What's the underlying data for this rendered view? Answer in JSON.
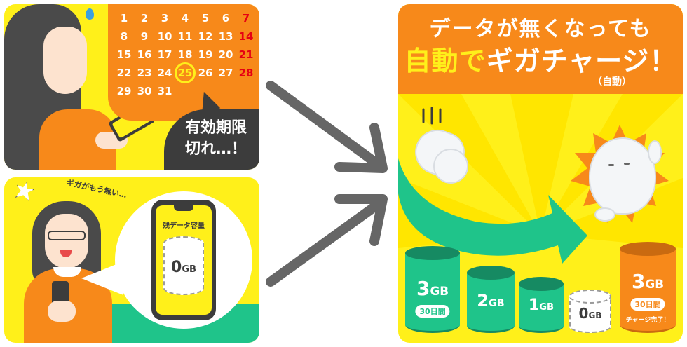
{
  "calendar": {
    "rows": [
      [
        "1",
        "2",
        "3",
        "4",
        "5",
        "6",
        "7"
      ],
      [
        "8",
        "9",
        "10",
        "11",
        "12",
        "13",
        "14"
      ],
      [
        "15",
        "16",
        "17",
        "18",
        "19",
        "20",
        "21"
      ],
      [
        "22",
        "23",
        "24",
        "25",
        "26",
        "27",
        "28"
      ],
      [
        "29",
        "30",
        "31",
        "",
        "",
        "",
        ""
      ]
    ],
    "highlight_day": "25"
  },
  "top_panel": {
    "expired_line1": "有効期限",
    "expired_line2": "切れ…！"
  },
  "bottom_panel": {
    "thought": "ギガがもう無い…",
    "remaining_label": "残データ容量",
    "zero_value": "0",
    "zero_unit": "GB"
  },
  "right_panel": {
    "headline_line1": "データが無くなっても",
    "headline_line2_part1": "自動で",
    "headline_line2_part2": "ギガチャージ！",
    "headline_note": "（自動）",
    "cans": [
      {
        "value": "3",
        "unit": "GB",
        "pill": "30日間",
        "color": "#1fc48a"
      },
      {
        "value": "2",
        "unit": "GB",
        "color": "#1fc48a"
      },
      {
        "value": "1",
        "unit": "GB",
        "color": "#1fc48a"
      },
      {
        "value": "0",
        "unit": "GB",
        "color": "#ffffff"
      },
      {
        "value": "3",
        "unit": "GB",
        "pill": "30日間",
        "note": "チャージ完了！",
        "color": "#f7891a"
      }
    ]
  },
  "colors": {
    "yellow": "#fff01a",
    "orange": "#f7891a",
    "green": "#1fc48a",
    "dark": "#3c3c3c",
    "red": "#e60012"
  }
}
